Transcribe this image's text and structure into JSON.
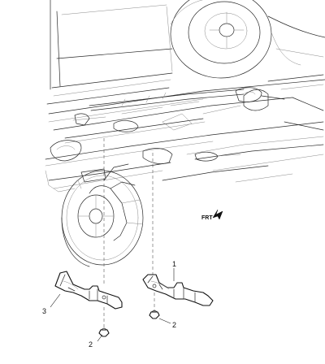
{
  "callouts": {
    "bracket_right": "1",
    "fastener_left": "2",
    "fastener_right": "2",
    "bracket_left": "3"
  },
  "direction_marker": {
    "label": "FRT",
    "icon": "arrow-icon"
  },
  "colors": {
    "line": "#2a2a2a",
    "background": "#ffffff"
  }
}
